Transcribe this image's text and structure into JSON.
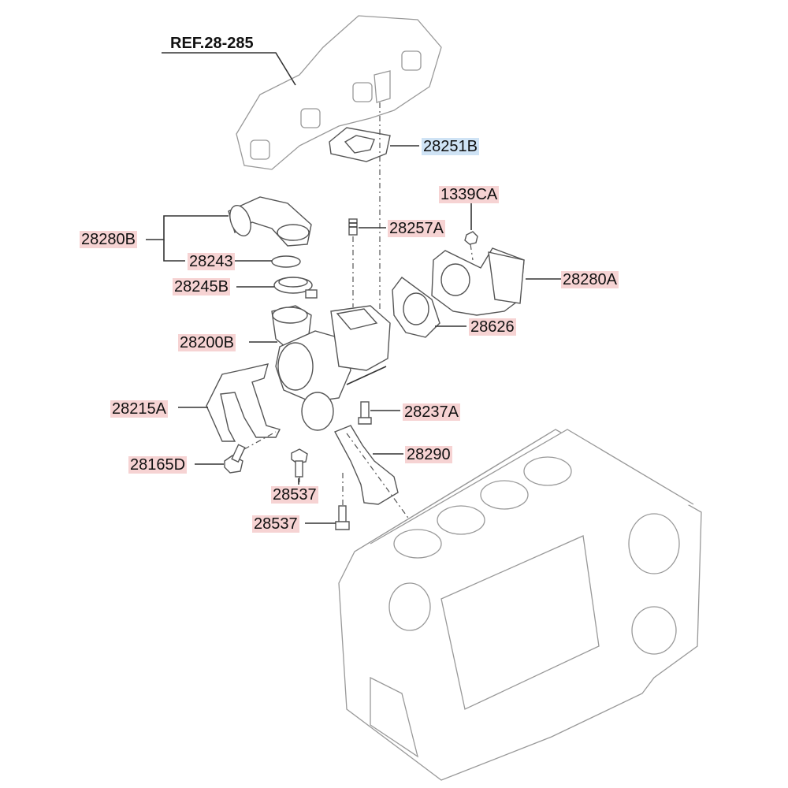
{
  "diagram": {
    "ref_label": "REF.28-285",
    "part_labels": [
      {
        "id": "p28251B",
        "text": "28251B",
        "selected": true
      },
      {
        "id": "p1339CA",
        "text": "1339CA"
      },
      {
        "id": "p28257A",
        "text": "28257A"
      },
      {
        "id": "p28280B",
        "text": "28280B"
      },
      {
        "id": "p28243",
        "text": "28243"
      },
      {
        "id": "p28245B",
        "text": "28245B"
      },
      {
        "id": "p28280A",
        "text": "28280A"
      },
      {
        "id": "p28626",
        "text": "28626"
      },
      {
        "id": "p28200B",
        "text": "28200B"
      },
      {
        "id": "p28215A",
        "text": "28215A"
      },
      {
        "id": "p28237A",
        "text": "28237A"
      },
      {
        "id": "p28290",
        "text": "28290"
      },
      {
        "id": "p28165D",
        "text": "28165D"
      },
      {
        "id": "p28537a",
        "text": "28537"
      },
      {
        "id": "p28537b",
        "text": "28537"
      }
    ],
    "colors": {
      "label_highlight": "#f6d3d3",
      "selected_highlight": "#cfe3f5"
    }
  }
}
